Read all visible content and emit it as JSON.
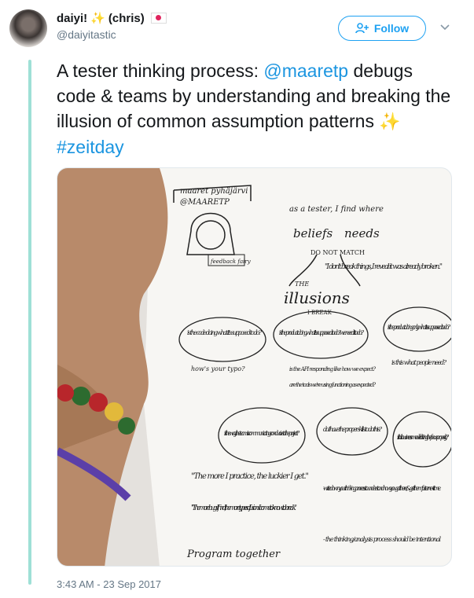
{
  "user": {
    "display_name": "daiyi!",
    "display_name_suffix": "(chris)",
    "handle": "@daiyitastic",
    "name_emoji": "sparkles",
    "flag": "japan-flag"
  },
  "follow_button": {
    "label": "Follow"
  },
  "tweet": {
    "part1": "A tester thinking process: ",
    "mention": "@maaretp",
    "part2": " debugs code & teams by understanding and breaking the illusion of common assumption patterns ",
    "hashtag": "#zeitday"
  },
  "timestamp": "3:43 AM - 23 Sep 2017",
  "photo": {
    "notes": {
      "speaker_name": "maaret pyhäjärvi",
      "speaker_handle": "@MAARETP",
      "feedback": "feedback fairy",
      "tester_intro": "as a tester, I find where",
      "beliefs": "beliefs",
      "needs": "needs",
      "do_not_match": "DO NOT MATCH",
      "dont_break": "\"I don't break things, I reveal it was already broken.\"",
      "the": "THE",
      "illusions": "illusions",
      "i_break": "I BREAK",
      "code_bubble": "is the code doing what it's supposed to do?",
      "how_type": "how's your typo?",
      "product_bubble": "is the product doing what it's supposed to do? we need it to do?",
      "api_note": "is the API responding like how we expect?",
      "tools_note": "are the tools we're using functioning as expected?",
      "business_product": "is the product doing only what it's supposed to do?",
      "what_people_need": "is this what people need?",
      "team_bubble": "is the way the team is communicating conducive to the project?",
      "skills_bubble": "do I have the proper skills to do this?",
      "model_bubble": "is this business model driving the focus properly?",
      "practice": "\"The more I practice, the luckier I get.\"",
      "bugs": "\"The more bugs I find, the more types of illusions I come to know to break.\"",
      "program": "Program together",
      "write_down": "- write down your thinking process to understand how you got there, & get them faster next time.",
      "analysis": "- the thinking/analysis process should be intentional"
    }
  }
}
